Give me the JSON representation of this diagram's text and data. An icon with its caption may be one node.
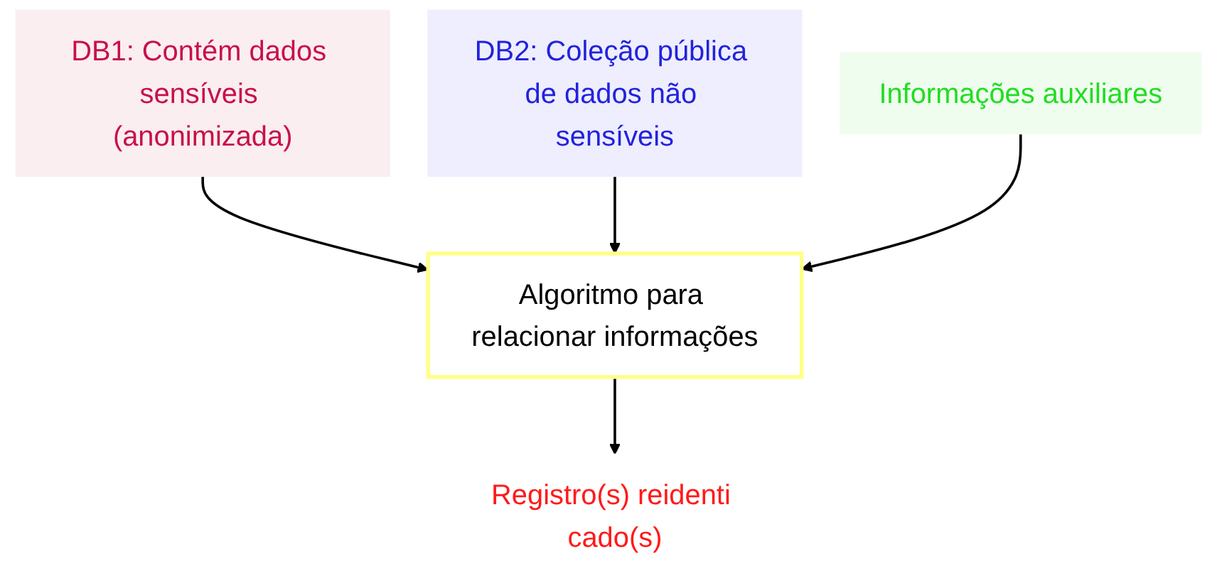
{
  "diagram": {
    "nodes": [
      {
        "text": [
          "DB1: Contém dados sensíveis (anonimizada)"
        ]
      },
      {
        "text": [
          "DB2: Coleção pública de dados não sensíveis"
        ]
      },
      {
        "text": [
          "Informações auxiliares"
        ]
      },
      {
        "text": [
          "Algoritmo para relacionar informações"
        ]
      },
      {
        "text": [
          "Registro(s) reidenti cado(s)"
        ]
      }
    ],
    "edges": [
      {
        "from": 0,
        "to": 3,
        "arrow": "to"
      },
      {
        "from": 1,
        "to": 3,
        "arrow": "to"
      },
      {
        "from": 2,
        "to": 3,
        "arrow": "to"
      },
      {
        "from": 3,
        "to": 4,
        "arrow": "to"
      }
    ]
  }
}
